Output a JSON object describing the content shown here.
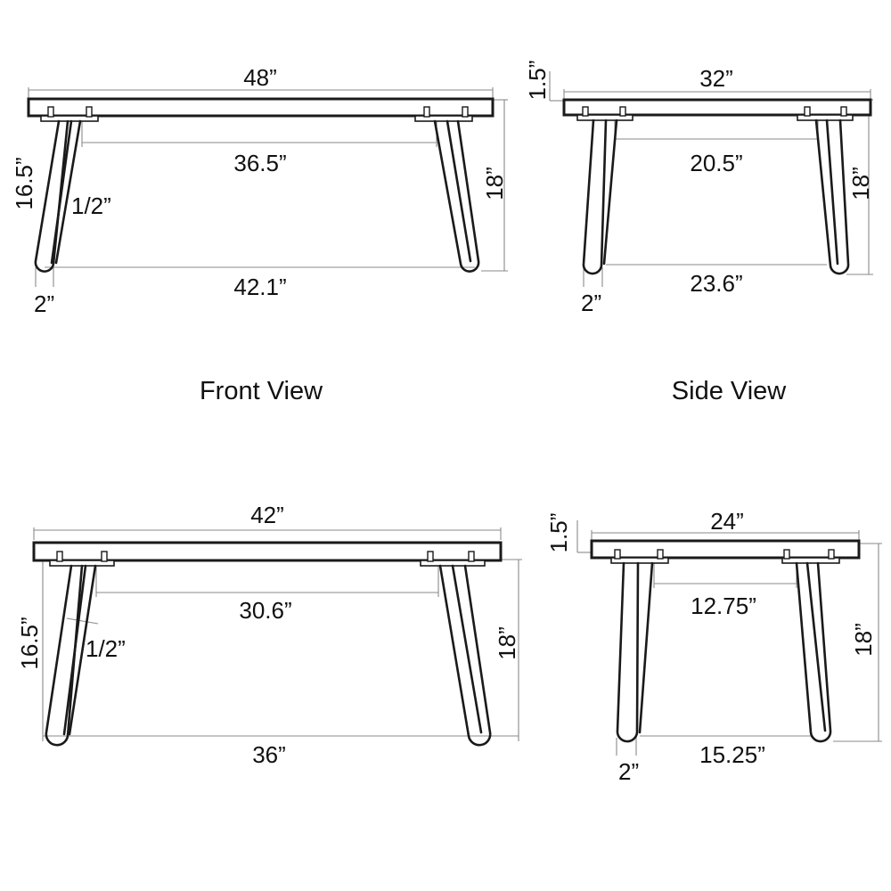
{
  "views": [
    {
      "id": "front-view-1",
      "label": "Front View",
      "dims": {
        "top_length": "48”",
        "inner_span": "36.5”",
        "leg_length": "16.5”",
        "rod": "1/2”",
        "height": "18”",
        "foot_span": "42.1”",
        "foot_width": "2”"
      }
    },
    {
      "id": "side-view-1",
      "label": "Side View",
      "dims": {
        "thickness": "1.5”",
        "top_length": "32”",
        "inner_span": "20.5”",
        "height": "18”",
        "foot_span": "23.6”",
        "foot_width": "2”"
      }
    },
    {
      "id": "front-view-2",
      "dims": {
        "top_length": "42”",
        "inner_span": "30.6”",
        "leg_length": "16.5”",
        "rod": "1/2”",
        "height": "18”",
        "foot_span": "36”"
      }
    },
    {
      "id": "side-view-2",
      "dims": {
        "thickness": "1.5”",
        "top_length": "24”",
        "inner_span": "12.75”",
        "height": "18”",
        "foot_span": "15.25”",
        "foot_width": "2”"
      }
    }
  ]
}
